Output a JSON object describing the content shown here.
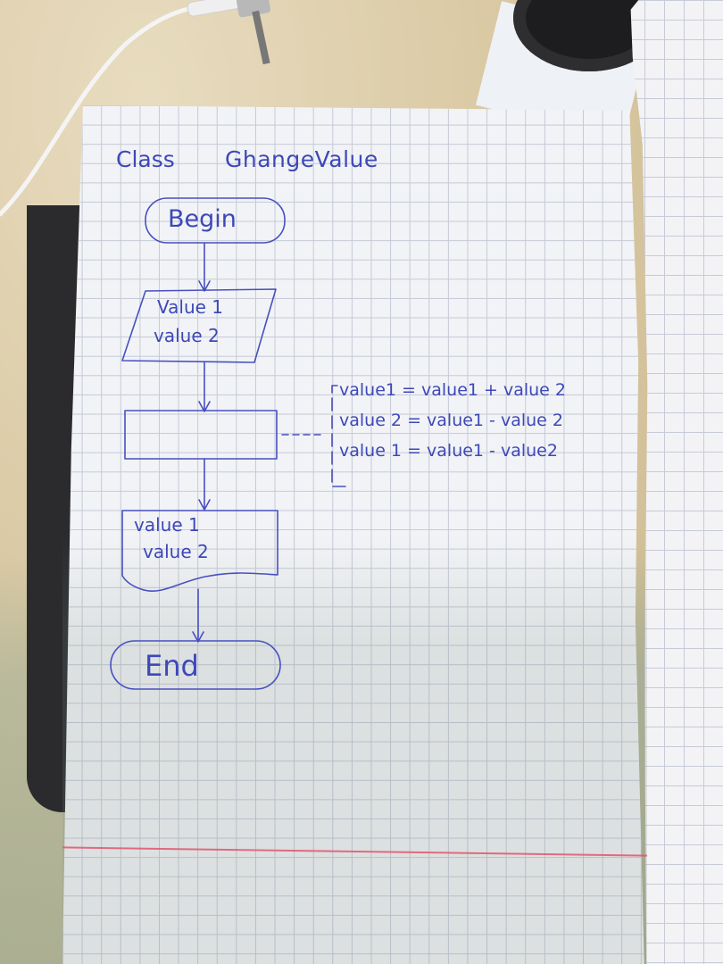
{
  "title": {
    "class_word": "Class",
    "class_name": "GhangeValue"
  },
  "flowchart": {
    "start_label": "Begin",
    "input_lines": [
      "Value 1",
      "value 2"
    ],
    "process_lines": [
      "value1 = value1 + value 2",
      "value 2 = value1 - value 2",
      "value 1 = value1 - value2"
    ],
    "output_lines": [
      "value 1",
      "value 2"
    ],
    "end_label": "End"
  },
  "colors": {
    "ink": "#3d48b8",
    "grid": "#c5c9d6",
    "margin": "#e0556f"
  }
}
